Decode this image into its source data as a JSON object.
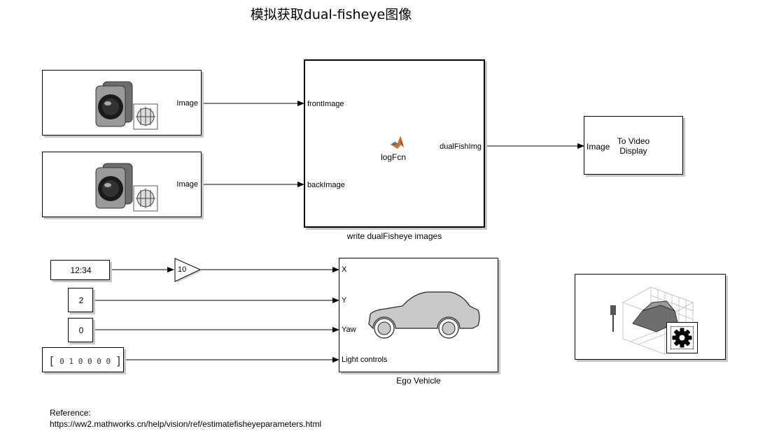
{
  "title": "模拟获取dual-fisheye图像",
  "blocks": {
    "camera_front": {
      "port_out": "Image"
    },
    "camera_back": {
      "port_out": "Image"
    },
    "log_fcn": {
      "label": "logFcn",
      "ports_in": [
        "frontImage",
        "backImage"
      ],
      "port_out": "dualFishImg",
      "caption": "write dualFisheye images"
    },
    "video_display": {
      "port_in": "Image",
      "label_line1": "To Video",
      "label_line2": "Display"
    },
    "clock": {
      "value": "12:34"
    },
    "gain": {
      "value": "10"
    },
    "const_y": {
      "value": "2"
    },
    "const_yaw": {
      "value": "0"
    },
    "const_light": {
      "values": [
        "0",
        "1",
        "0",
        "0",
        "0",
        "0"
      ]
    },
    "ego_vehicle": {
      "ports_in": [
        "X",
        "Y",
        "Yaw",
        "Light controls"
      ],
      "caption": "Ego Vehicle"
    },
    "scene_config": {}
  },
  "reference": {
    "label": "Reference:",
    "url": "https://ww2.mathworks.cn/help/vision/ref/estimatefisheyeparameters.html"
  }
}
